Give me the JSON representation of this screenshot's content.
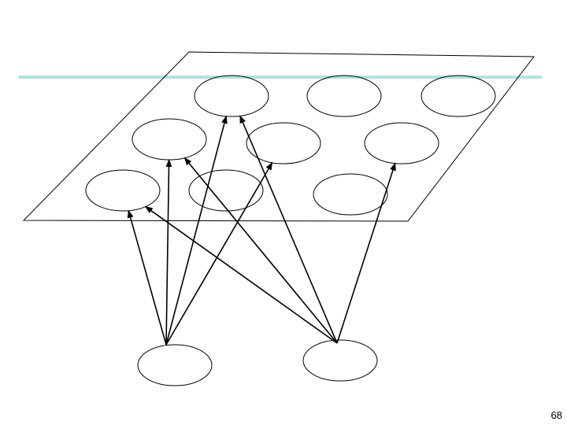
{
  "slide": {
    "page_number": "68",
    "accent_color": "#a8e6dc",
    "line_color": "#000000"
  },
  "diagram": {
    "grid_nodes": [
      {
        "id": "g1",
        "row": 1,
        "col": 1
      },
      {
        "id": "g2",
        "row": 1,
        "col": 2
      },
      {
        "id": "g3",
        "row": 1,
        "col": 3
      },
      {
        "id": "g4",
        "row": 2,
        "col": 1
      },
      {
        "id": "g5",
        "row": 2,
        "col": 2
      },
      {
        "id": "g6",
        "row": 2,
        "col": 3
      },
      {
        "id": "g7",
        "row": 3,
        "col": 1
      },
      {
        "id": "g8",
        "row": 3,
        "col": 2
      },
      {
        "id": "g9",
        "row": 3,
        "col": 3
      }
    ],
    "input_nodes": [
      {
        "id": "in1"
      },
      {
        "id": "in2"
      }
    ],
    "connections": [
      {
        "from": "in1",
        "to": "g7"
      },
      {
        "from": "in1",
        "to": "g4"
      },
      {
        "from": "in1",
        "to": "g1"
      },
      {
        "from": "in1",
        "to": "g5"
      },
      {
        "from": "in2",
        "to": "g7"
      },
      {
        "from": "in2",
        "to": "g4"
      },
      {
        "from": "in2",
        "to": "g1"
      },
      {
        "from": "in2",
        "to": "g6"
      }
    ]
  }
}
